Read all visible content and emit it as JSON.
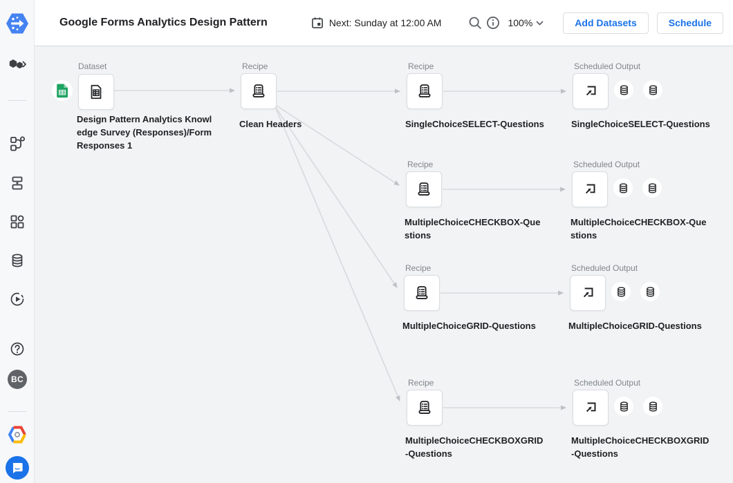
{
  "header": {
    "title": "Google Forms Analytics Design Pattern",
    "schedule_status": "Next: Sunday at 12:00 AM",
    "zoom_level": "100%",
    "add_datasets_label": "Add Datasets",
    "schedule_label": "Schedule",
    "more_label": "•••"
  },
  "sidebar": {
    "avatar_initials": "BC"
  },
  "colors": {
    "accent": "#1a73e8",
    "canvas_bg": "#f1f3f4",
    "card_border": "#dadce0",
    "edge_line": "#d7dadd",
    "edge_arrow": "#bdc1c6",
    "text_primary": "#202124",
    "text_secondary": "#80868b",
    "sheets_green": "#1ea362",
    "avatar_bg": "#5f6368",
    "chat_blue": "#1a73e8"
  },
  "flow": {
    "nodes": [
      {
        "type_label": "Dataset",
        "title": "Design Pattern Analytics Knowl\nedge Survey (Responses)/Form\nResponses 1"
      },
      {
        "type_label": "Recipe",
        "title": "Clean Headers"
      },
      {
        "type_label": "Recipe",
        "title": "SingleChoiceSELECT-Questions"
      },
      {
        "type_label": "Scheduled Output",
        "title": "SingleChoiceSELECT-Questions"
      },
      {
        "type_label": "Recipe",
        "title": "MultipleChoiceCHECKBOX-Que\nstions"
      },
      {
        "type_label": "Scheduled Output",
        "title": "MultipleChoiceCHECKBOX-Que\nstions"
      },
      {
        "type_label": "Recipe",
        "title": "MultipleChoiceGRID-Questions"
      },
      {
        "type_label": "Scheduled Output",
        "title": "MultipleChoiceGRID-Questions"
      },
      {
        "type_label": "Recipe",
        "title": "MultipleChoiceCHECKBOXGRID\n-Questions"
      },
      {
        "type_label": "Scheduled Output",
        "title": "MultipleChoiceCHECKBOXGRID\n-Questions"
      }
    ]
  }
}
